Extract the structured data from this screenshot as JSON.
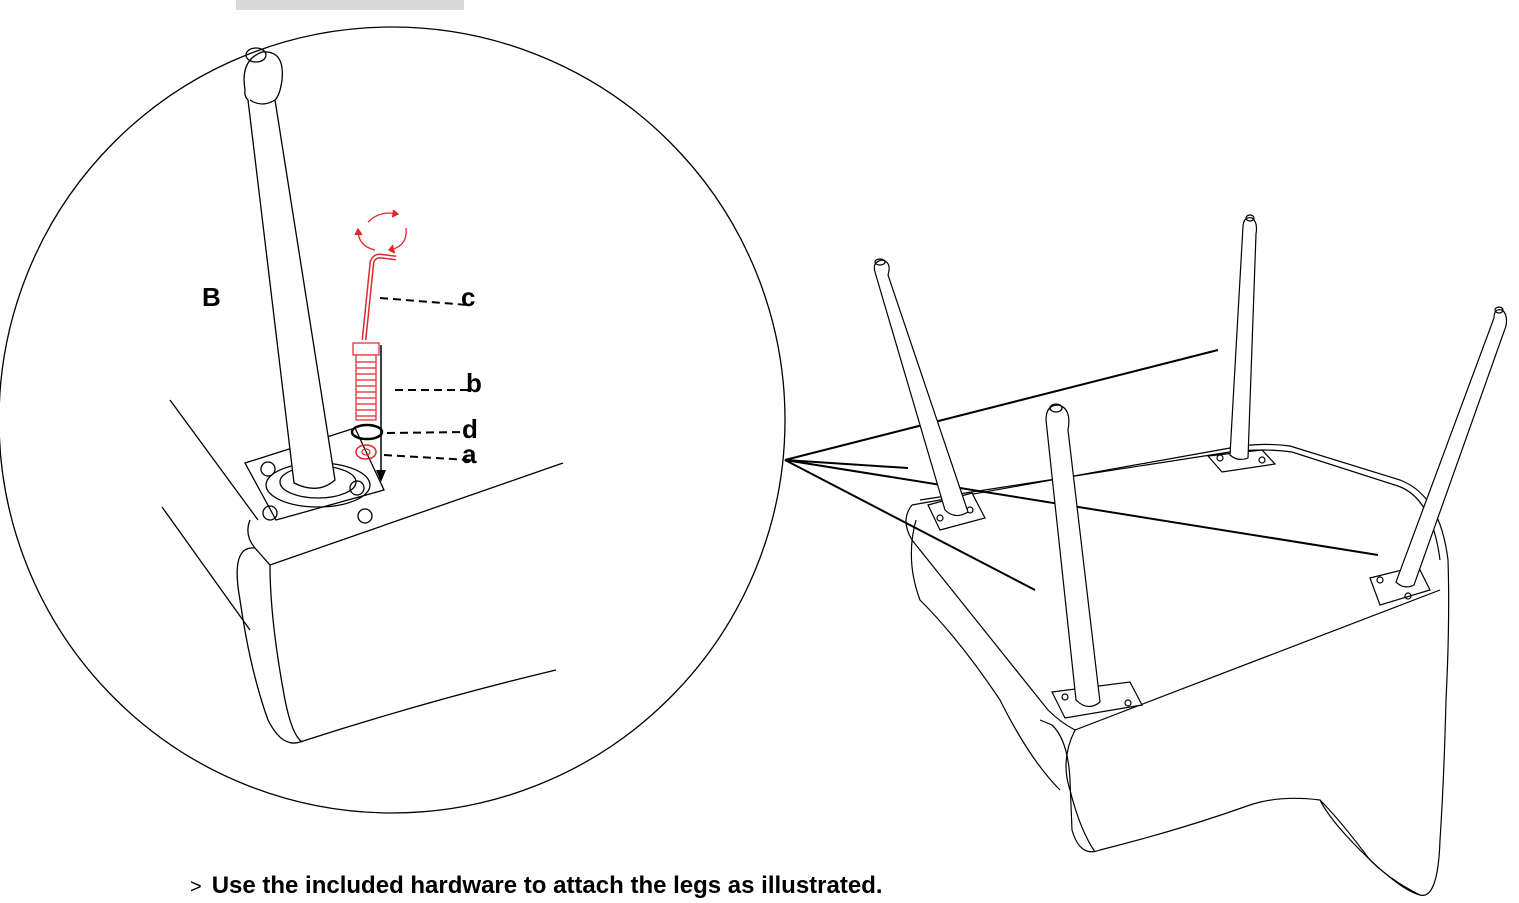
{
  "step_label": "B",
  "parts": {
    "a": "a",
    "b": "b",
    "c": "c",
    "d": "d"
  },
  "caption": {
    "marker": ">",
    "text": "Use the included hardware to attach the legs as illustrated."
  },
  "colors": {
    "line": "#000000",
    "accent": "#e1262c",
    "tab": "#d9d9d9"
  },
  "icons": {
    "rotate": "rotate-arrows-icon",
    "down_arrow": "arrow-down-icon"
  }
}
